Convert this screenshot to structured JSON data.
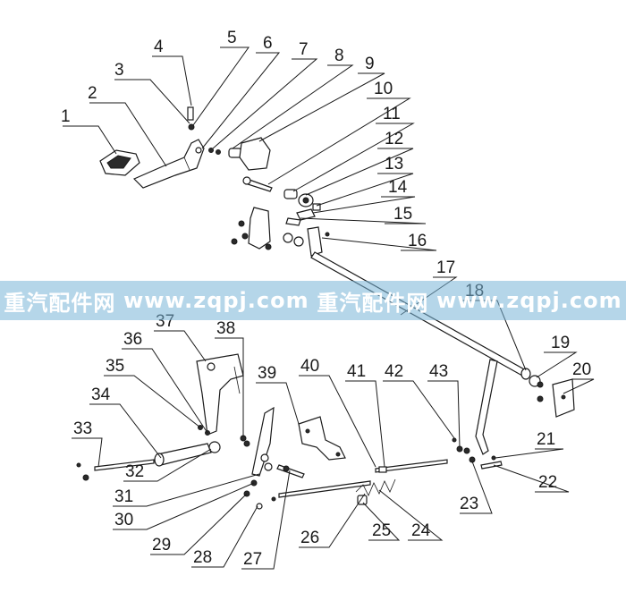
{
  "diagram": {
    "callouts": [
      "1",
      "2",
      "3",
      "4",
      "5",
      "6",
      "7",
      "8",
      "9",
      "10",
      "11",
      "12",
      "13",
      "14",
      "15",
      "16",
      "17",
      "18",
      "19",
      "20",
      "21",
      "22",
      "23",
      "24",
      "25",
      "26",
      "27",
      "28",
      "29",
      "30",
      "31",
      "32",
      "33",
      "34",
      "35",
      "36",
      "37",
      "38",
      "39",
      "40",
      "41",
      "42",
      "43"
    ]
  },
  "watermark": {
    "segments": [
      "重汽配件网",
      "www.zqpj.com",
      "重汽配件网",
      "www.zqpj.com"
    ]
  }
}
